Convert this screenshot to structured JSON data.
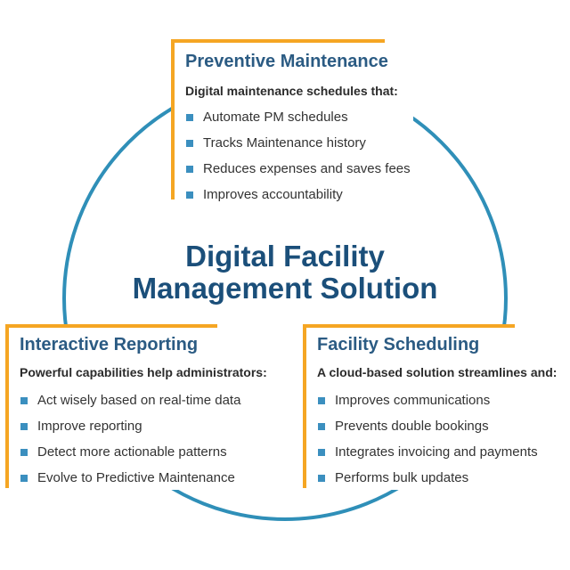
{
  "colors": {
    "ring": "#2f8fb8",
    "accent": "#f5a623",
    "title": "#2b5b83",
    "center": "#1b4f7a",
    "bullet": "#3b8fbf"
  },
  "center": {
    "line1": "Digital Facility",
    "line2": "Management Solution"
  },
  "panels": {
    "preventive": {
      "title": "Preventive Maintenance",
      "subtitle": "Digital maintenance schedules that:",
      "items": [
        "Automate PM schedules",
        "Tracks Maintenance history",
        "Reduces expenses and saves fees",
        "Improves accountability"
      ]
    },
    "reporting": {
      "title": "Interactive Reporting",
      "subtitle": "Powerful capabilities help administrators:",
      "items": [
        "Act wisely based on real-time data",
        "Improve reporting",
        "Detect more actionable patterns",
        "Evolve to Predictive Maintenance"
      ]
    },
    "scheduling": {
      "title": "Facility Scheduling",
      "subtitle": "A cloud-based solution streamlines and:",
      "items": [
        "Improves communications",
        "Prevents double bookings",
        "Integrates invoicing and payments",
        "Performs bulk updates"
      ]
    }
  }
}
